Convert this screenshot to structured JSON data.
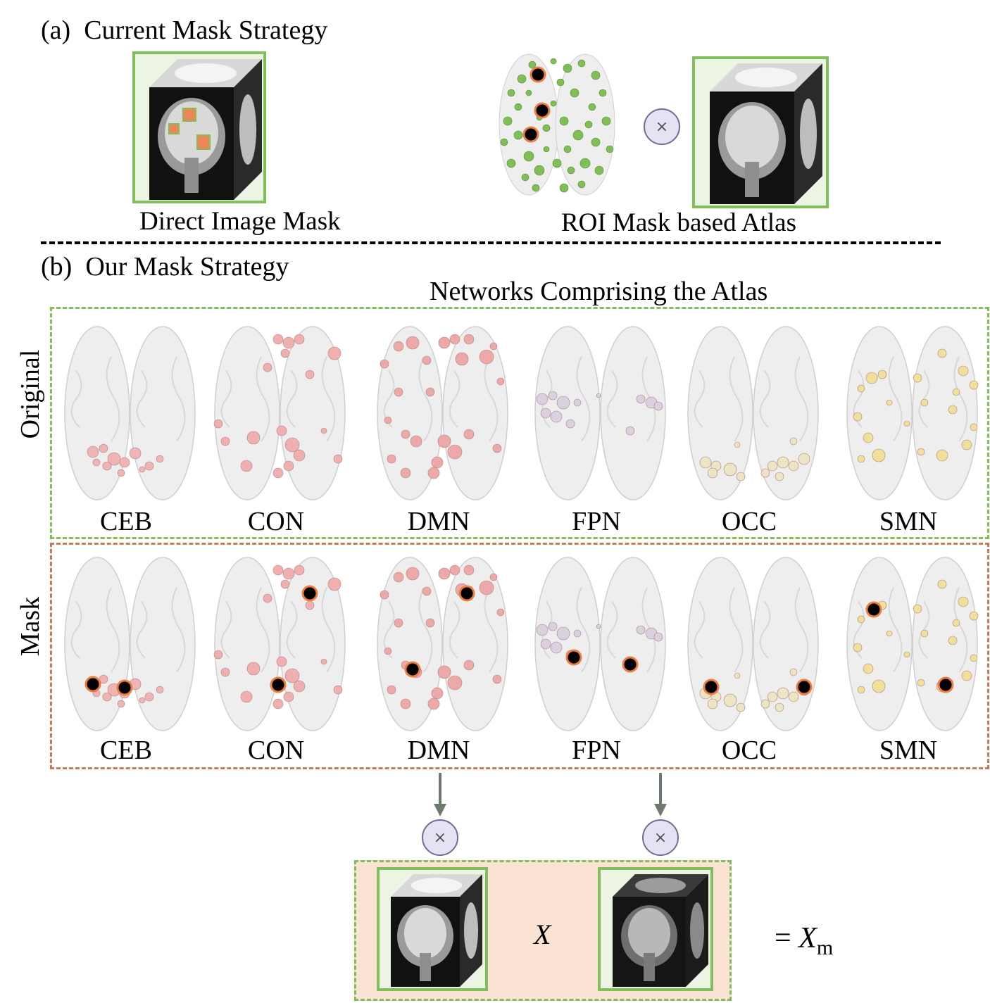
{
  "section_a": {
    "label": "(a)",
    "title": "Current Mask Strategy",
    "direct_caption": "Direct Image Mask",
    "roi_caption": "ROI Mask based Atlas",
    "multiply_symbol": "×"
  },
  "section_b": {
    "label": "(b)",
    "title": "Our Mask Strategy",
    "networks_title": "Networks Comprising the Atlas",
    "row_original": "Original",
    "row_mask": "Mask",
    "networks": [
      "CEB",
      "CON",
      "DMN",
      "FPN",
      "OCC",
      "SMN"
    ]
  },
  "result": {
    "multiply_symbol": "×",
    "variable": "X",
    "equals": "=",
    "output_var": "X",
    "output_sub": "m"
  },
  "colors": {
    "green_frame": "#80bf5a",
    "green_dash": "#7fbf55",
    "orange_dash": "#c97a55",
    "result_bg": "#fbe3d4",
    "mask_fill": "#000000",
    "mask_ring": "#ee7d3d",
    "node_CEB": "#f0b4b4",
    "node_CON": "#f0b0b0",
    "node_DMN": "#eda8a8",
    "node_FPN": "#d9d0e0",
    "node_OCC": "#ece4c2",
    "node_SMN": "#f0e09a",
    "atlas_green": "#7fbf55"
  }
}
